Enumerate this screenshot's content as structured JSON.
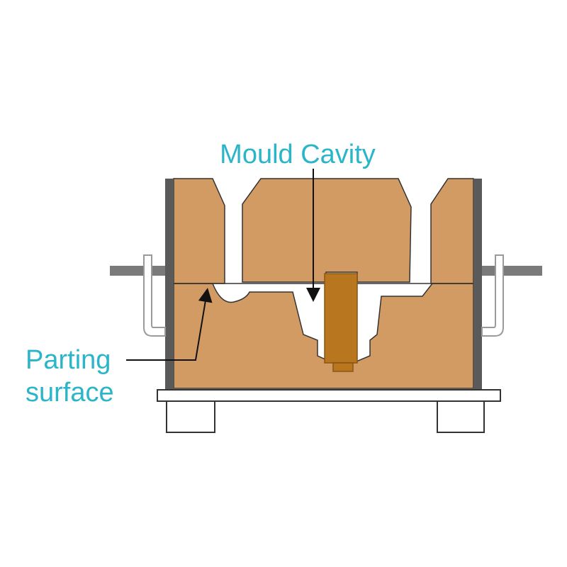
{
  "labels": {
    "mould_cavity": "Mould Cavity",
    "parting_line1": "Parting",
    "parting_line2": "surface"
  },
  "colors": {
    "sand": "#D29B64",
    "core": "#B8761F",
    "label": "#2BB5C8",
    "flask_wall": "#5A5A5A",
    "outline": "#333333",
    "clamp": "#BBBBBB",
    "arrow": "#111111"
  }
}
